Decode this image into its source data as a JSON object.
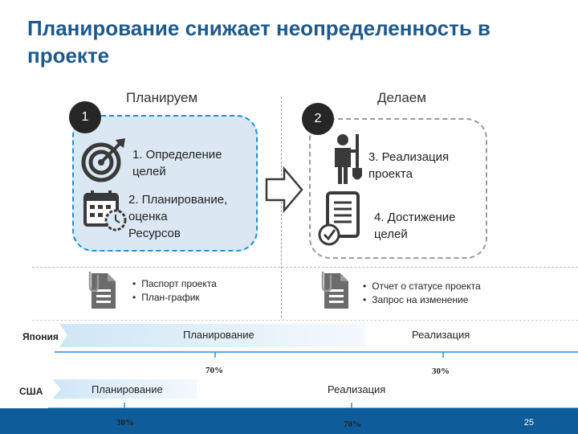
{
  "title": "Планирование снижает неопределенность в проекте",
  "plan_column": {
    "heading": "Планируем",
    "badge": "1",
    "steps": [
      {
        "icon": "target-icon",
        "text": "1. Определение\n   целей"
      },
      {
        "icon": "calendar-clock-icon",
        "text": "2. Планирование,\n   оценка\n   Ресурсов"
      }
    ],
    "docs": [
      "Паспорт проекта",
      "План-график"
    ]
  },
  "do_column": {
    "heading": "Делаем",
    "badge": "2",
    "steps": [
      {
        "icon": "worker-shovel-icon",
        "text": "3. Реализация\n   проекта"
      },
      {
        "icon": "checklist-icon",
        "text": "4. Достижение\n   целей"
      }
    ],
    "docs": [
      "Отчет о статусе проекта",
      "Запрос на изменение"
    ]
  },
  "timeline": {
    "japan": {
      "label": "Япония",
      "plan_label": "Планирование",
      "impl_label": "Реализация",
      "plan_pct": "70%",
      "impl_pct": "30%",
      "plan_share": 0.7
    },
    "usa": {
      "label": "США",
      "plan_label": "Планирование",
      "impl_label": "Реализация",
      "plan_pct": "30%",
      "impl_pct": "70%",
      "plan_share": 0.3
    }
  },
  "page_number": "25",
  "colors": {
    "title": "#1f5a8c",
    "accent_blue": "#1e90d8",
    "panel_fill": "#dbe8f3",
    "band": "#0e5c9a",
    "axis": "#1e90d8"
  }
}
